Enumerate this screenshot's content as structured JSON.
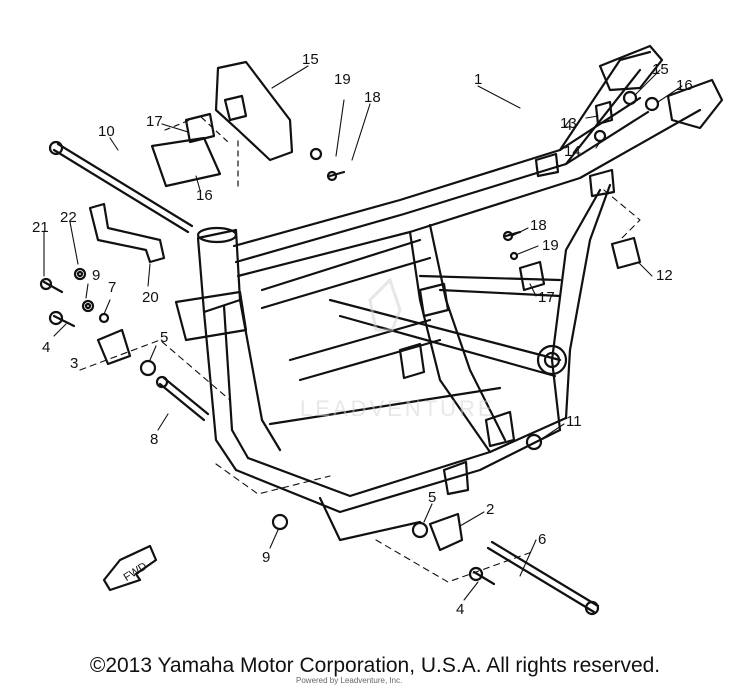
{
  "diagram": {
    "callouts": [
      {
        "id": "c1",
        "label": "1"
      },
      {
        "id": "c2",
        "label": "2"
      },
      {
        "id": "c3",
        "label": "3"
      },
      {
        "id": "c4a",
        "label": "4"
      },
      {
        "id": "c4b",
        "label": "4"
      },
      {
        "id": "c4c",
        "label": "4"
      },
      {
        "id": "c5a",
        "label": "5"
      },
      {
        "id": "c5b",
        "label": "5"
      },
      {
        "id": "c6",
        "label": "6"
      },
      {
        "id": "c7",
        "label": "7"
      },
      {
        "id": "c8",
        "label": "8"
      },
      {
        "id": "c9a",
        "label": "9"
      },
      {
        "id": "c9b",
        "label": "9"
      },
      {
        "id": "c10",
        "label": "10"
      },
      {
        "id": "c11",
        "label": "11"
      },
      {
        "id": "c12",
        "label": "12"
      },
      {
        "id": "c13",
        "label": "13"
      },
      {
        "id": "c14",
        "label": "14"
      },
      {
        "id": "c15a",
        "label": "15"
      },
      {
        "id": "c15b",
        "label": "15"
      },
      {
        "id": "c16a",
        "label": "16"
      },
      {
        "id": "c16b",
        "label": "16"
      },
      {
        "id": "c17a",
        "label": "17"
      },
      {
        "id": "c17b",
        "label": "17"
      },
      {
        "id": "c18a",
        "label": "18"
      },
      {
        "id": "c18b",
        "label": "18"
      },
      {
        "id": "c19a",
        "label": "19"
      },
      {
        "id": "c19b",
        "label": "19"
      },
      {
        "id": "c20",
        "label": "20"
      },
      {
        "id": "c21",
        "label": "21"
      },
      {
        "id": "c22",
        "label": "22"
      }
    ],
    "fwd_label": "FWD",
    "watermark_text": "LEADVENTURE"
  },
  "footer": {
    "copyright": "©2013 Yamaha Motor Corporation, U.S.A. All rights reserved.",
    "small_print": "Powered by Leadventure, Inc."
  },
  "colors": {
    "ink": "#111111",
    "paper": "#ffffff",
    "watermark": "#d0d0d0"
  }
}
